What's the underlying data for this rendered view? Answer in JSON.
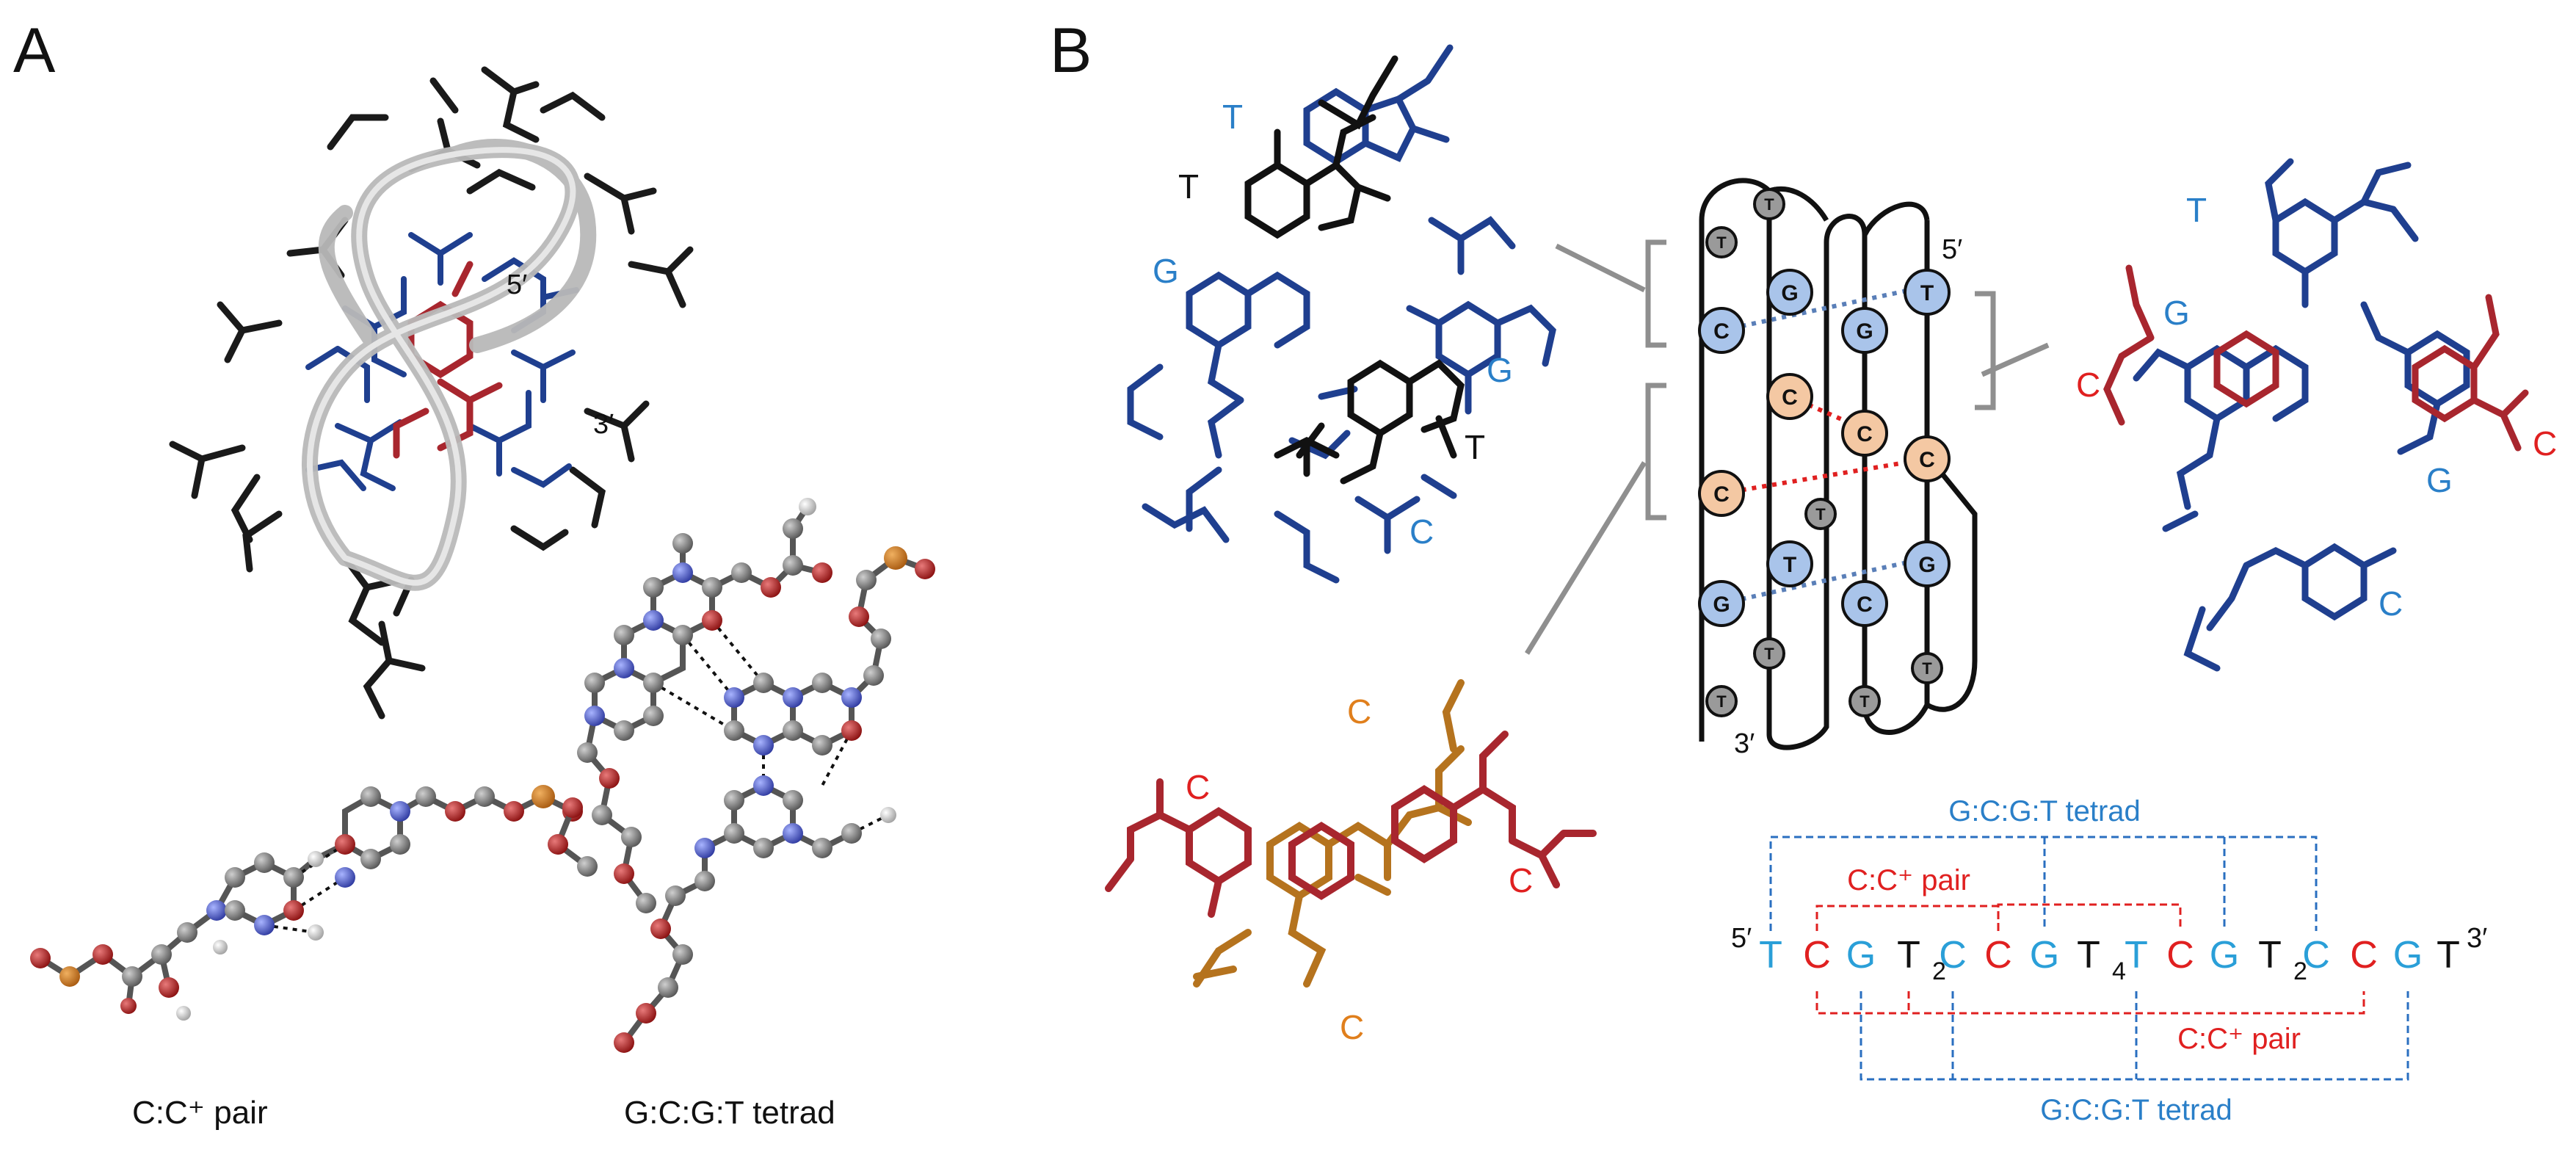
{
  "panels": {
    "a": "A",
    "b": "B"
  },
  "panel_a": {
    "end_5": "5′",
    "end_3": "3′",
    "caption_pair": "C:C⁺ pair",
    "caption_tetrad": "G:C:G:T tetrad"
  },
  "panel_b": {
    "top_left_labels": [
      "T",
      "T",
      "G",
      "G",
      "T",
      "C"
    ],
    "bottom_left_labels": [
      "C",
      "C",
      "C",
      "C"
    ],
    "right_labels": [
      "T",
      "G",
      "C",
      "C",
      "G",
      "C"
    ],
    "topology": {
      "end_5": "5′",
      "end_3": "3′",
      "nodes": [
        "T",
        "T",
        "C",
        "G",
        "G",
        "T",
        "C",
        "C",
        "C",
        "C",
        "T",
        "G",
        "T",
        "C",
        "G",
        "T",
        "T",
        "T",
        "T"
      ]
    },
    "sequence": {
      "end_5": "5′",
      "end_3": "3′",
      "letters": [
        "T",
        "C",
        "G",
        "T",
        "C",
        "C",
        "G",
        "T",
        "T",
        "C",
        "G",
        "T",
        "C",
        "C",
        "G",
        "T"
      ],
      "subscripts": [
        "2",
        "4",
        "2"
      ],
      "label_top_tetrad": "G:C:G:T tetrad",
      "label_top_pair": "C:C⁺ pair",
      "label_bottom_pair": "C:C⁺ pair",
      "label_bottom_tetrad": "G:C:G:T tetrad"
    }
  },
  "colors": {
    "blue_text": "#2a7fc8",
    "red_text": "#e02020",
    "orange_text": "#e07f1c",
    "dark_blue": "#1f3f8f",
    "dark_red": "#a8262e",
    "gold": "#b5731e",
    "node_blue": "#a9c4ea",
    "node_orange": "#f4c8a3",
    "node_gray": "#9a9a9a"
  }
}
